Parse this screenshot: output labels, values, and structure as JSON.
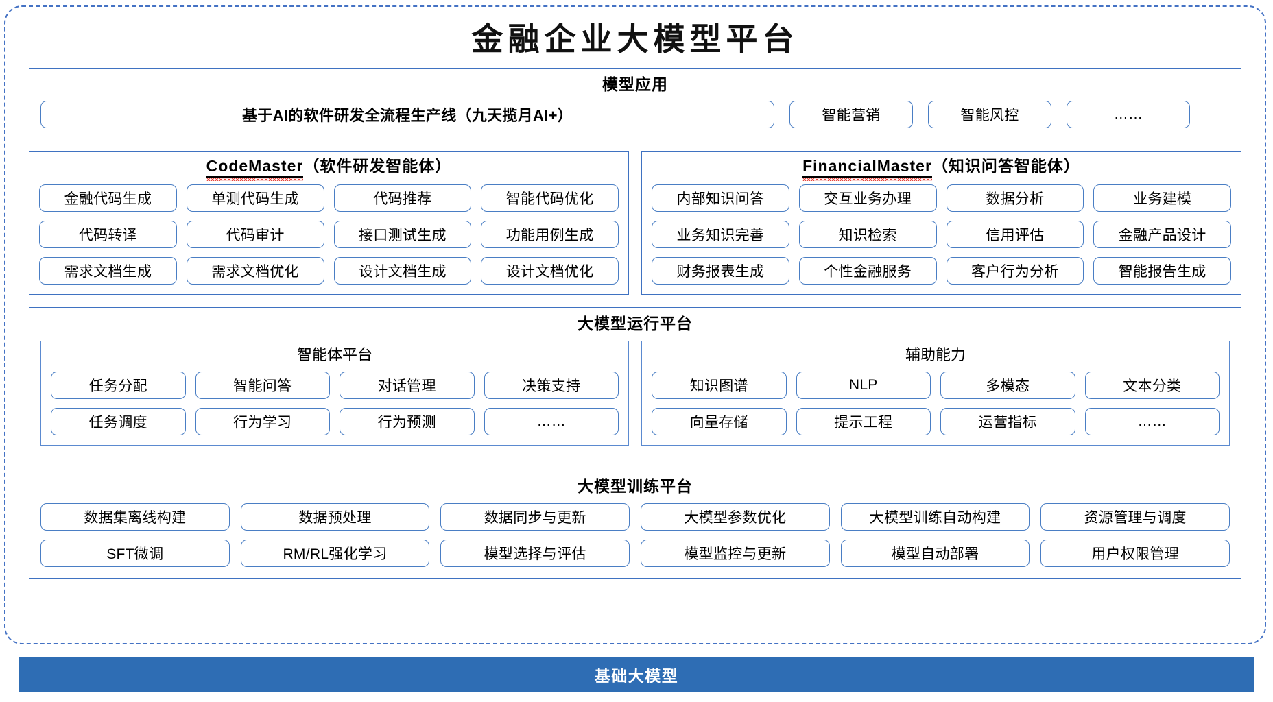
{
  "diagram": {
    "title": "金融企业大模型平台",
    "accent_blue": "#2E6DB4",
    "border_blue": "#4472C4",
    "chip_border": "#4A7EC4",
    "squiggle_red": "#E8453C"
  },
  "model_application": {
    "title": "模型应用",
    "main_item": "基于AI的软件研发全流程生产线（九天揽月AI+）",
    "items": [
      "智能营销",
      "智能风控",
      "……"
    ]
  },
  "code_master": {
    "name": "CodeMaster",
    "suffix": "（软件研发智能体）",
    "items": [
      "金融代码生成",
      "单测代码生成",
      "代码推荐",
      "智能代码优化",
      "代码转译",
      "代码审计",
      "接口测试生成",
      "功能用例生成",
      "需求文档生成",
      "需求文档优化",
      "设计文档生成",
      "设计文档优化"
    ]
  },
  "financial_master": {
    "name": "FinancialMaster",
    "suffix": "（知识问答智能体）",
    "items": [
      "内部知识问答",
      "交互业务办理",
      "数据分析",
      "业务建模",
      "业务知识完善",
      "知识检索",
      "信用评估",
      "金融产品设计",
      "财务报表生成",
      "个性金融服务",
      "客户行为分析",
      "智能报告生成"
    ]
  },
  "run_platform": {
    "title": "大模型运行平台",
    "agent_platform": {
      "title": "智能体平台",
      "items": [
        "任务分配",
        "智能问答",
        "对话管理",
        "决策支持",
        "任务调度",
        "行为学习",
        "行为预测",
        "……"
      ]
    },
    "assist_ability": {
      "title": "辅助能力",
      "items": [
        "知识图谱",
        "NLP",
        "多模态",
        "文本分类",
        "向量存储",
        "提示工程",
        "运营指标",
        "……"
      ]
    }
  },
  "train_platform": {
    "title": "大模型训练平台",
    "items": [
      "数据集离线构建",
      "数据预处理",
      "数据同步与更新",
      "大模型参数优化",
      "大模型训练自动构建",
      "资源管理与调度",
      "SFT微调",
      "RM/RL强化学习",
      "模型选择与评估",
      "模型监控与更新",
      "模型自动部署",
      "用户权限管理"
    ]
  },
  "base_model": {
    "label": "基础大模型"
  }
}
